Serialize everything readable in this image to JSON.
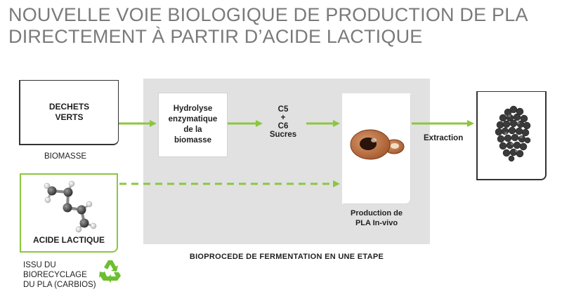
{
  "title": {
    "line1": "NOUVELLE VOIE BIOLOGIQUE DE PRODUCTION DE PLA",
    "line2": "DIRECTEMENT À PARTIR D’ACIDE LACTIQUE"
  },
  "nodes": {
    "dechets": {
      "line1": "DECHETS",
      "line2": "VERTS"
    },
    "biomasse": "BIOMASSE",
    "hydrolyse": {
      "line1": "Hydrolyse",
      "line2": "enzymatique",
      "line3": "de la",
      "line4": "biomasse"
    },
    "sucres": {
      "line1": "C5",
      "line2": "+",
      "line3": "C6",
      "line4": "Sucres"
    },
    "production": {
      "line1": "Production de",
      "line2": "PLA In-vivo"
    },
    "extraction": "Extraction",
    "acide": "ACIDE LACTIQUE",
    "issu": {
      "line1": "ISSU DU",
      "line2": "BIORECYCLAGE",
      "line3": "DU PLA (CARBIOS)"
    },
    "bioprocede": "BIOPROCEDE DE FERMENTATION EN UNE ETAPE"
  },
  "colors": {
    "arrow": "#8cc63f",
    "recycle": "#6cbf2f",
    "cell": "#b86a3a",
    "gray_panel": "#e1e1e1"
  }
}
